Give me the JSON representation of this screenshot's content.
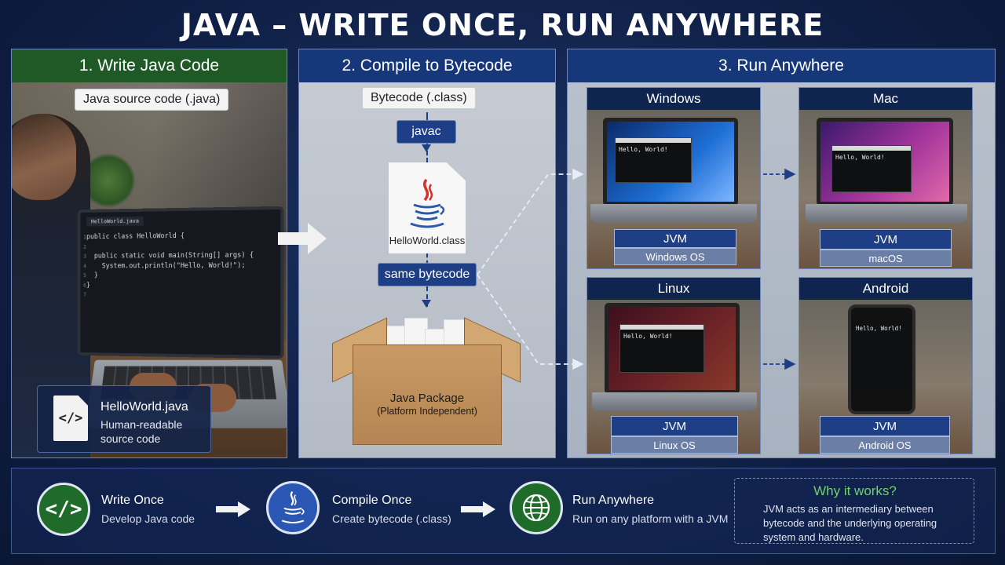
{
  "title": "JAVA – WRITE ONCE, RUN ANYWHERE",
  "panel1": {
    "heading": "1. Write Java Code",
    "chip": "Java source code (.java)",
    "editor_tab": "HelloWorld.java",
    "code": [
      "public class HelloWorld {",
      "",
      "  public static void main(String[] args) {",
      "    System.out.println(\"Hello, World!\");",
      "  }",
      "}"
    ],
    "line_numbers": [
      "1",
      "2",
      "3",
      "4",
      "5",
      "6",
      "7"
    ],
    "file_name": "HelloWorld.java",
    "file_desc": "Human-readable source code",
    "file_icon": "</>"
  },
  "panel2": {
    "heading": "2. Compile to Bytecode",
    "chip": "Bytecode (.class)",
    "javac": "javac",
    "class_file": "HelloWorld.class",
    "same_bytecode": "same bytecode",
    "package_label": "Java Package",
    "package_sub": "(Platform Independent)"
  },
  "panel3": {
    "heading": "3. Run Anywhere",
    "platforms": [
      {
        "name": "Windows",
        "jvm": "JVM",
        "os": "Windows OS",
        "output": "Hello, World!"
      },
      {
        "name": "Mac",
        "jvm": "JVM",
        "os": "macOS",
        "output": "Hello, World!"
      },
      {
        "name": "Linux",
        "jvm": "JVM",
        "os": "Linux OS",
        "output": "Hello, World!"
      },
      {
        "name": "Android",
        "jvm": "JVM",
        "os": "Android OS",
        "output": "Hello, World!"
      }
    ]
  },
  "bottom": {
    "steps": [
      {
        "title": "Write Once",
        "desc": "Develop Java code",
        "icon": "</>"
      },
      {
        "title": "Compile Once",
        "desc": "Create bytecode (.class)",
        "icon": "java-cup-icon"
      },
      {
        "title": "Run Anywhere",
        "desc": "Run on any platform with a JVM",
        "icon": "globe-icon"
      }
    ],
    "why_title": "Why it works?",
    "why_text": "JVM acts as an intermediary between bytecode and the underlying operating system and hardware."
  },
  "colors": {
    "background": "#0f1f45",
    "panel1_header": "#1f5a26",
    "panel_header": "#163779",
    "accent_green": "#6fd36f",
    "pill_blue": "#1e3f86"
  }
}
